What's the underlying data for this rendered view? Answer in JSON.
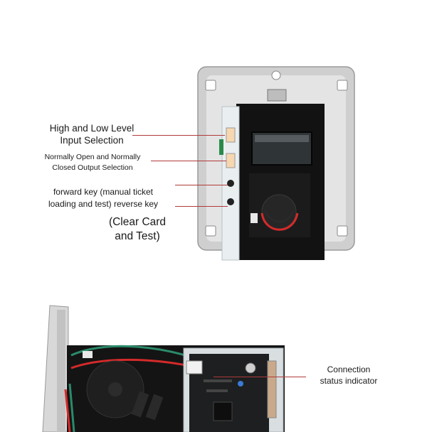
{
  "labels": {
    "high_low": [
      "High and Low Level",
      "Input Selection"
    ],
    "no_nc": [
      "Normally Open and Normally",
      "Closed Output Selection"
    ],
    "keys": [
      "forward key (manual ticket",
      "loading and test) reverse key"
    ],
    "clear": [
      "(Clear Card",
      "and Test)"
    ],
    "connection": [
      "Connection",
      "status indicator"
    ]
  },
  "colors": {
    "leader_line": "#b03a3a",
    "device_body": "#111111",
    "metal_plate": "#c9c9c9",
    "clear_case": "#e9eef0"
  }
}
